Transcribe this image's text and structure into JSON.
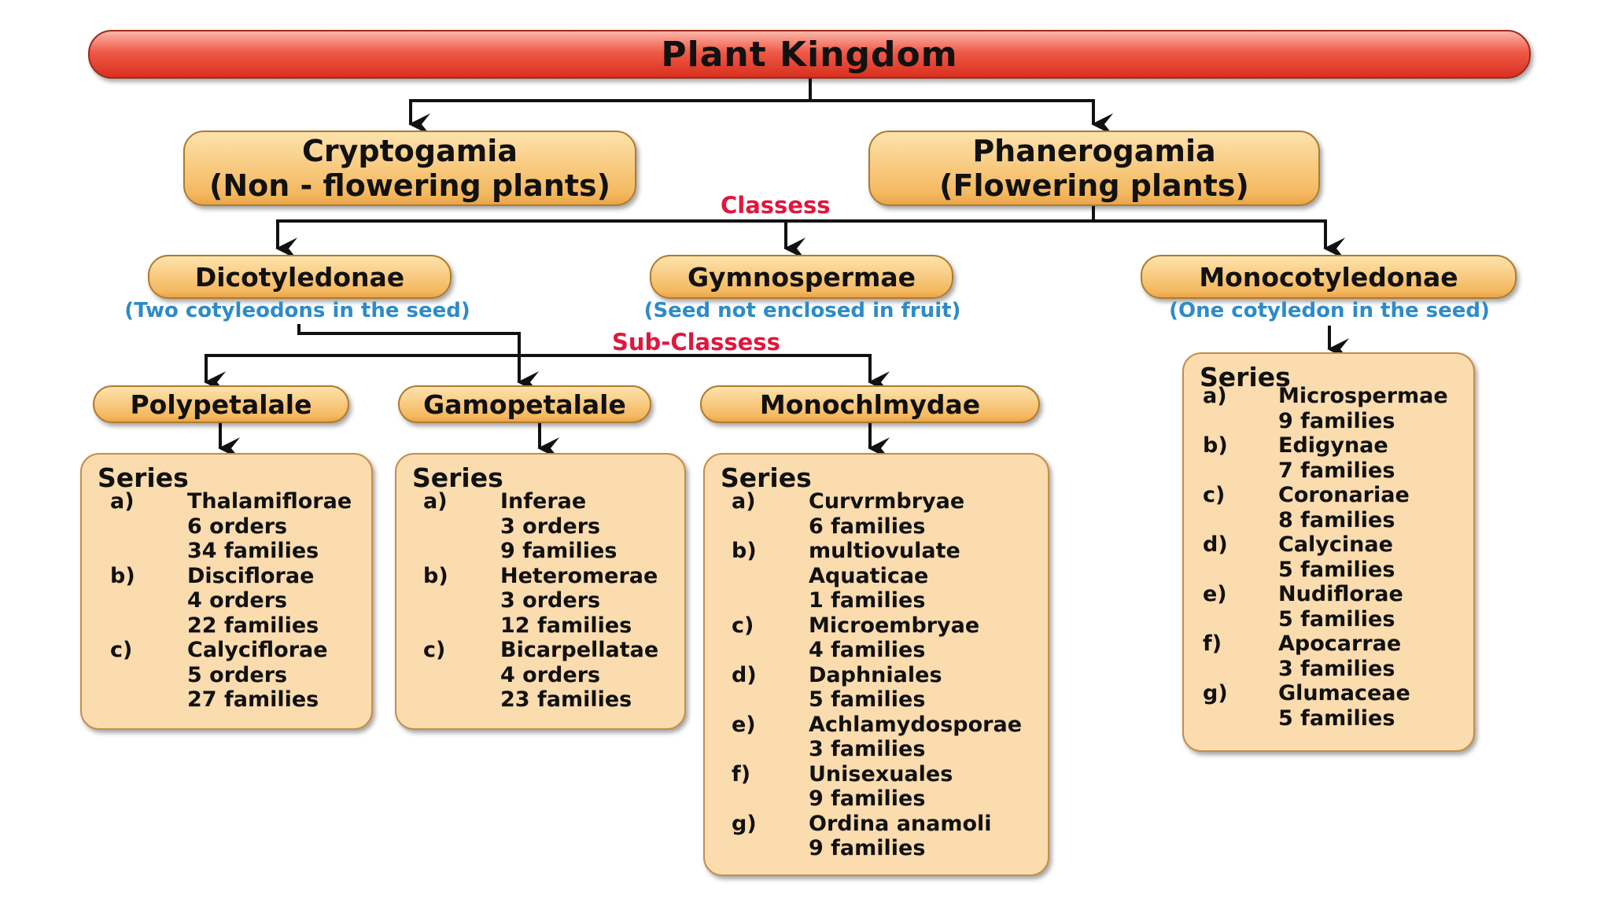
{
  "title": "Plant Kingdom",
  "divisions": [
    {
      "line1": "Cryptogamia",
      "line2": "(Non - flowering plants)"
    },
    {
      "line1": "Phanerogamia",
      "line2": "(Flowering plants)"
    }
  ],
  "labels": {
    "classes": "Classess",
    "subclasses": "Sub-Classess"
  },
  "classes": [
    {
      "name": "Dicotyledonae",
      "note": "(Two cotyleodons in the seed)"
    },
    {
      "name": "Gymnospermae",
      "note": "(Seed not enclosed in fruit)"
    },
    {
      "name": "Monocotyledonae",
      "note": "(One cotyledon in the seed)"
    }
  ],
  "subclasses": [
    "Polypetalale",
    "Gamopetalale",
    "Monochlmydae"
  ],
  "series_heading": "Series",
  "series_boxes": {
    "polypetalae": [
      {
        "letter": "a)",
        "lines": [
          "Thalamiflorae",
          "6 orders",
          "34 families"
        ]
      },
      {
        "letter": "b)",
        "lines": [
          "Disciflorae",
          "4 orders",
          "22 families"
        ]
      },
      {
        "letter": "c)",
        "lines": [
          "Calyciflorae",
          "5 orders",
          "27 families"
        ]
      }
    ],
    "gamopetalae": [
      {
        "letter": "a)",
        "lines": [
          "Inferae",
          "3 orders",
          "9 families"
        ]
      },
      {
        "letter": "b)",
        "lines": [
          "Heteromerae",
          "3 orders",
          "12 families"
        ]
      },
      {
        "letter": "c)",
        "lines": [
          "Bicarpellatae",
          "4 orders",
          "23 families"
        ]
      }
    ],
    "monochlamydae": [
      {
        "letter": "a)",
        "lines": [
          "Curvrmbryae",
          "6 families"
        ]
      },
      {
        "letter": "b)",
        "lines": [
          "multiovulate",
          "Aquaticae",
          "1 families"
        ]
      },
      {
        "letter": "c)",
        "lines": [
          "Microembryae",
          "4 families"
        ]
      },
      {
        "letter": "d)",
        "lines": [
          "Daphniales",
          "5 families"
        ]
      },
      {
        "letter": "e)",
        "lines": [
          "Achlamydosporae",
          "3 families"
        ]
      },
      {
        "letter": "f)",
        "lines": [
          "Unisexuales",
          "9 families"
        ]
      },
      {
        "letter": "g)",
        "lines": [
          "Ordina anamoli",
          "9 families"
        ]
      }
    ],
    "monocotyledonae": [
      {
        "letter": "a)",
        "lines": [
          "Microspermae",
          "9 families"
        ]
      },
      {
        "letter": "b)",
        "lines": [
          "Edigynae",
          "7 families"
        ]
      },
      {
        "letter": "c)",
        "lines": [
          "Coronariae",
          "8 families"
        ]
      },
      {
        "letter": "d)",
        "lines": [
          "Calycinae",
          "5 families"
        ]
      },
      {
        "letter": "e)",
        "lines": [
          "Nudiflorae",
          "5 families"
        ]
      },
      {
        "letter": "f)",
        "lines": [
          "Apocarrae",
          "3 families"
        ]
      },
      {
        "letter": "g)",
        "lines": [
          "Glumaceae",
          "5 families"
        ]
      }
    ]
  }
}
